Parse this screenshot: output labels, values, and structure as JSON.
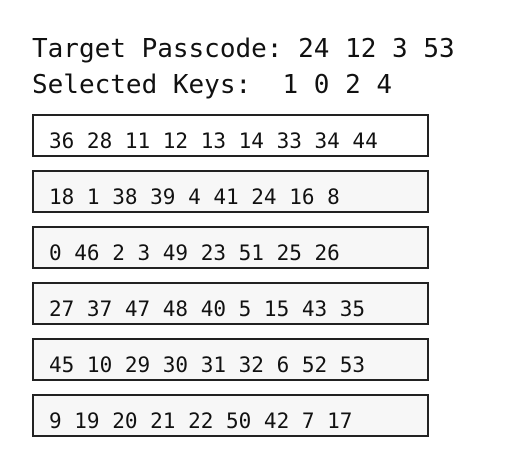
{
  "header": {
    "target_label": "Target Passcode:",
    "target_value": "24 12 3 53",
    "selected_label": "Selected Keys:",
    "selected_value": "1 0 2 4"
  },
  "rows": [
    "36 28 11 12 13 14 33 34 44",
    "18 1 38 39 4 41 24 16 8",
    "0 46 2 3 49 23 51 25 26",
    "27 37 47 48 40 5 15 43 35",
    "45 10 29 30 31 32 6 52 53",
    "9 19 20 21 22 50 42 7 17"
  ]
}
